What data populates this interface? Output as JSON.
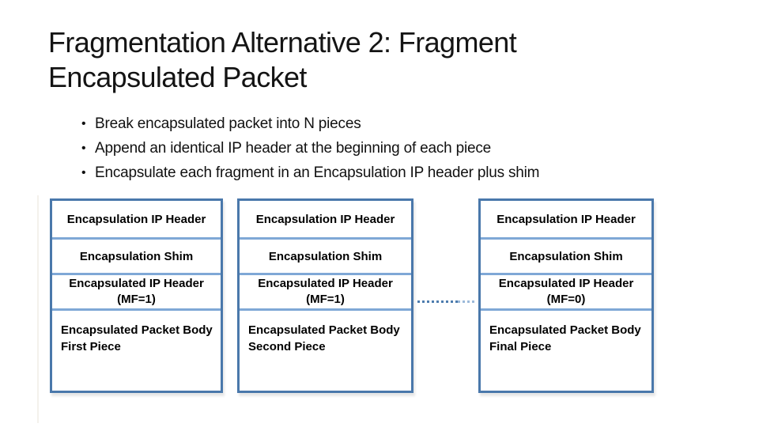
{
  "slide": {
    "title_line1": "Fragmentation Alternative 2: Fragment",
    "title_line2": "Encapsulated Packet",
    "bullet_char": "•",
    "bullets": [
      "Break encapsulated packet into N pieces",
      "Append an identical IP header at the beginning of each piece",
      "Encapsulate each fragment in an Encapsulation IP header plus shim"
    ]
  },
  "diagram": {
    "packets": [
      {
        "header": "Encapsulation IP Header",
        "shim": "Encapsulation Shim",
        "inner_header_line1": "Encapsulated IP Header",
        "inner_header_line2": "(MF=1)",
        "body_line1": "Encapsulated Packet Body",
        "body_line2": "First Piece"
      },
      {
        "header": "Encapsulation IP Header",
        "shim": "Encapsulation Shim",
        "inner_header_line1": "Encapsulated IP Header",
        "inner_header_line2": "(MF=1)",
        "body_line1": "Encapsulated Packet Body",
        "body_line2": "Second Piece"
      },
      {
        "header": "Encapsulation IP Header",
        "shim": "Encapsulation Shim",
        "inner_header_line1": "Encapsulated IP Header",
        "inner_header_line2": "(MF=0)",
        "body_line1": "Encapsulated Packet Body",
        "body_line2": "Final Piece"
      }
    ]
  },
  "colors": {
    "background": "#ffffff",
    "box_border": "#4a78ab",
    "divider": "#7fa8d6",
    "dots_dark": "#4d7cae",
    "dots_light": "#9cb9da",
    "text": "#111111"
  }
}
